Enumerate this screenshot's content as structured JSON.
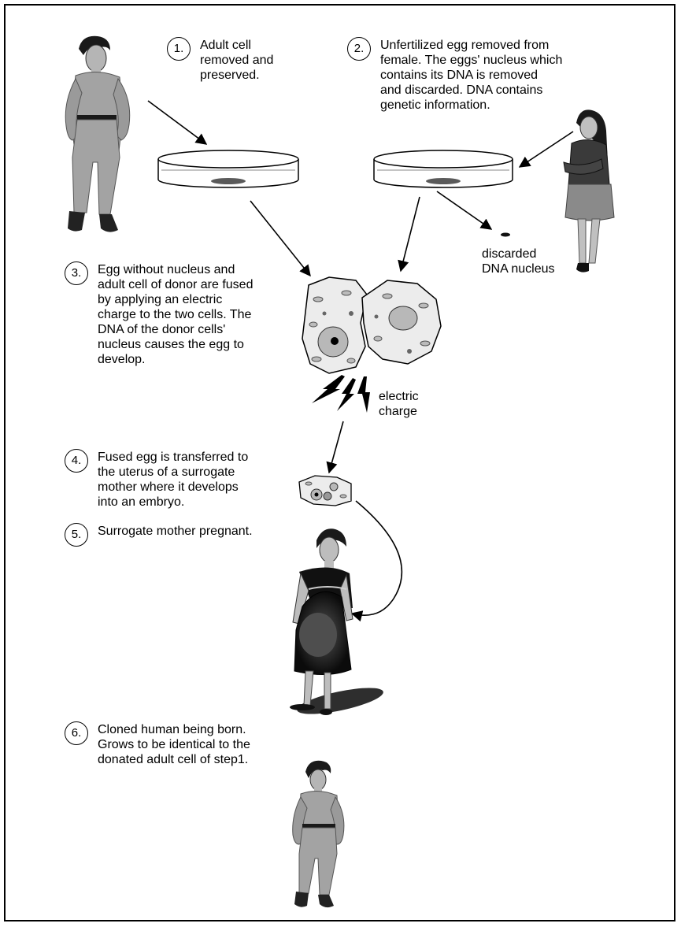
{
  "steps": [
    {
      "number": "1.",
      "text": "Adult cell\nremoved and\npreserved."
    },
    {
      "number": "2.",
      "text": "Unfertilized egg removed from\nfemale. The eggs' nucleus which\ncontains its DNA is removed\nand discarded. DNA contains\ngenetic information."
    },
    {
      "number": "3.",
      "text": "Egg without nucleus and\nadult cell of donor are fused\nby applying an electric\ncharge to the two cells. The\nDNA of the donor cells'\nnucleus causes the egg to\ndevelop."
    },
    {
      "number": "4.",
      "text": "Fused egg is transferred to\nthe uterus of a surrogate\nmother where it develops\ninto an embryo."
    },
    {
      "number": "5.",
      "text": "Surrogate mother pregnant."
    },
    {
      "number": "6.",
      "text": "Cloned human being born.\nGrows to be identical to the\ndonated adult cell of step1."
    }
  ],
  "labels": {
    "discarded": "discarded\nDNA nucleus",
    "electric": "electric\ncharge"
  },
  "colors": {
    "ink": "#000000",
    "figure_gray": "#9a9a9a",
    "dark_gray": "#3a3a3a",
    "cell_fill": "#ececec"
  }
}
